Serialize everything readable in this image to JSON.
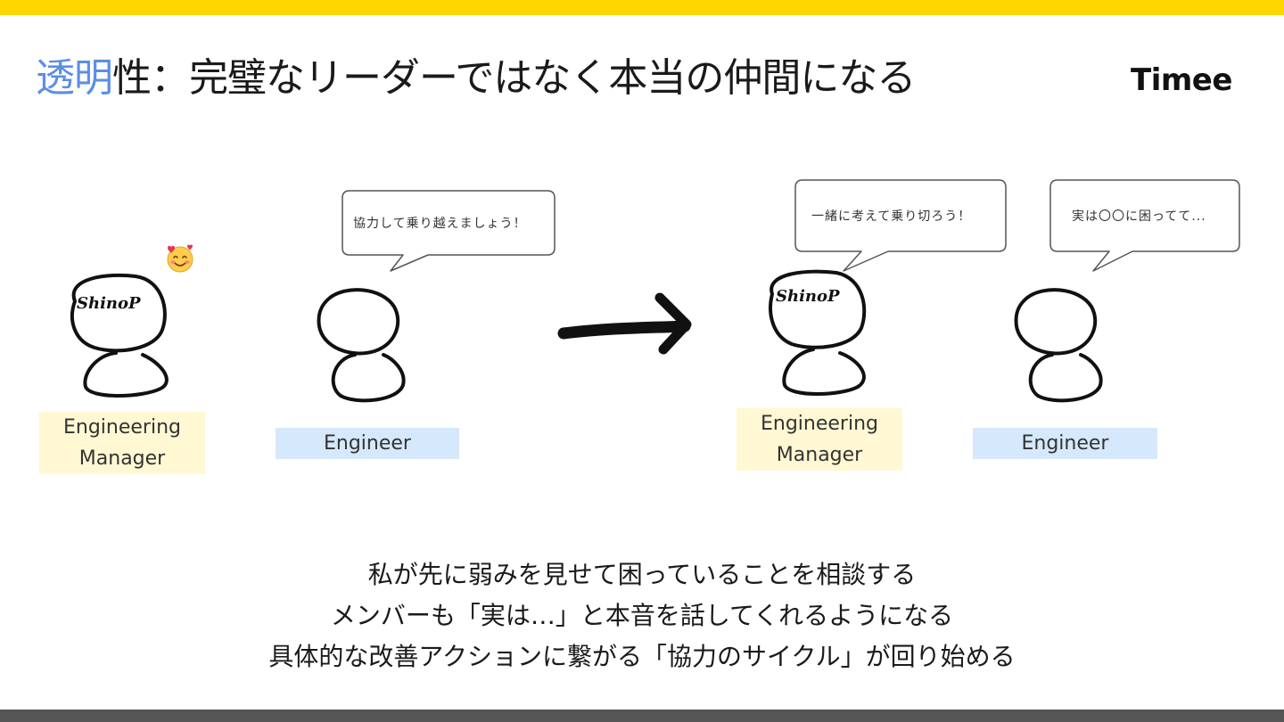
{
  "title": {
    "highlight": "透明",
    "rest": "性：完璧なリーダーではなく本当の仲間になる"
  },
  "logo": {
    "text": "Timee"
  },
  "colors": {
    "accent_yellow": "#ffd700",
    "title_highlight": "#5b8ee6",
    "em_label_bg": "#fff8d3",
    "engineer_label_bg": "#d6e8fb",
    "bottom_bar": "#555555"
  },
  "before": {
    "manager": {
      "head_text": "ShinoP",
      "label": "Engineering Manager",
      "emoji": "smiling-face-with-hearts"
    },
    "engineer": {
      "label": "Engineer",
      "speech": "協力して乗り越えましょう！"
    }
  },
  "arrow": {
    "icon": "right-arrow"
  },
  "after": {
    "manager": {
      "head_text": "ShinoP",
      "label": "Engineering Manager",
      "speech": "一緒に考えて乗り切ろう！"
    },
    "engineer": {
      "label": "Engineer",
      "speech": "実は〇〇に困ってて..."
    }
  },
  "caption": {
    "lines": [
      "私が先に弱みを見せて困っていることを相談する",
      "メンバーも「実は…」と本音を話してくれるようになる",
      "具体的な改善アクションに繋がる「協力のサイクル」が回り始める"
    ]
  }
}
